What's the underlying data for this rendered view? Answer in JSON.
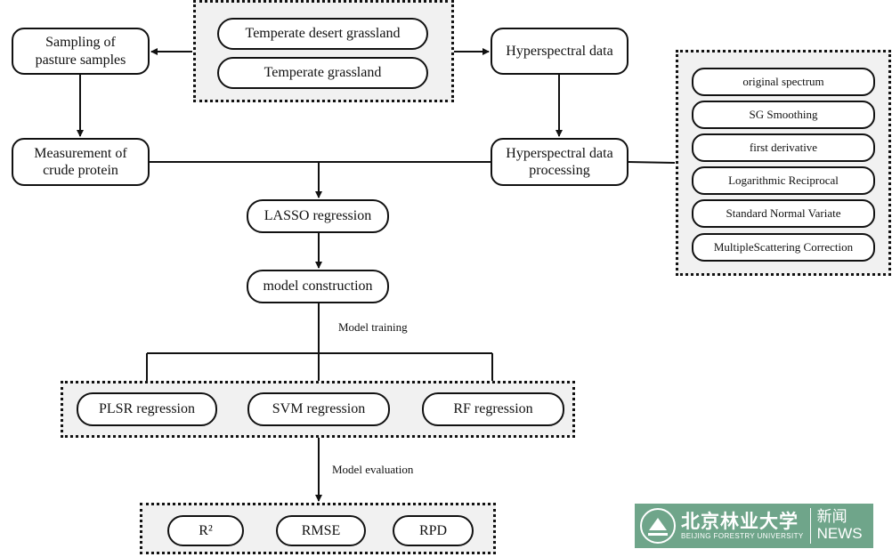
{
  "habitats": [
    "Temperate desert grassland",
    "Temperate grassland"
  ],
  "sampling": "Sampling of\npasture samples",
  "protein": "Measurement of\ncrude protein",
  "hyperspectral": "Hyperspectral data",
  "processing": "Hyperspectral data\nprocessing",
  "preprocessing": [
    "original spectrum",
    "SG Smoothing",
    "first derivative",
    "Logarithmic Reciprocal",
    "Standard Normal Variate",
    "MultipleScattering Correction"
  ],
  "lasso": "LASSO regression",
  "model": "model construction",
  "training_label": "Model training",
  "regressions": [
    "PLSR regression",
    "SVM regression",
    "RF regression"
  ],
  "evaluation_label": "Model evaluation",
  "metrics": [
    "R²",
    "RMSE",
    "RPD"
  ],
  "logo": {
    "name_cn": "北京林业大学",
    "name_en": "BEIJING FORESTRY UNIVERSITY",
    "news_cn": "新闻",
    "news_en": "NEWS",
    "color": "#6fa58a"
  }
}
